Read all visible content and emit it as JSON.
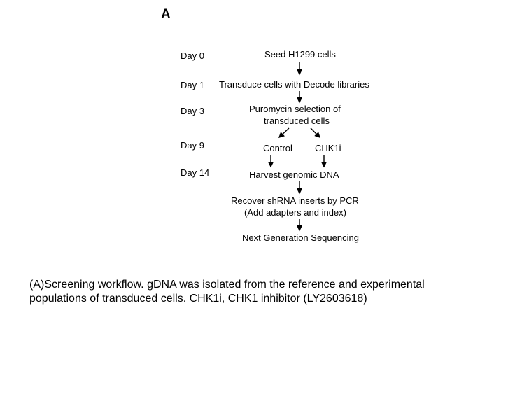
{
  "panel_label": "A",
  "days": [
    "Day 0",
    "Day 1",
    "Day 3",
    "Day 9",
    "Day 14"
  ],
  "steps": {
    "seed": "Seed H1299 cells",
    "transduce": "Transduce cells with Decode libraries",
    "puromycin_line1": "Puromycin selection of",
    "puromycin_line2": "transduced cells",
    "control": "Control",
    "chk1i": "CHK1i",
    "harvest": "Harvest genomic DNA",
    "recover_line1": "Recover shRNA inserts by PCR",
    "recover_line2": "(Add adapters and index)",
    "sequencing": "Next Generation Sequencing"
  },
  "caption": {
    "line1": "(A)Screening workflow. gDNA was isolated from the reference and experimental",
    "line2": "populations of transduced cells. CHK1i, CHK1 inhibitor (LY2603618)"
  }
}
